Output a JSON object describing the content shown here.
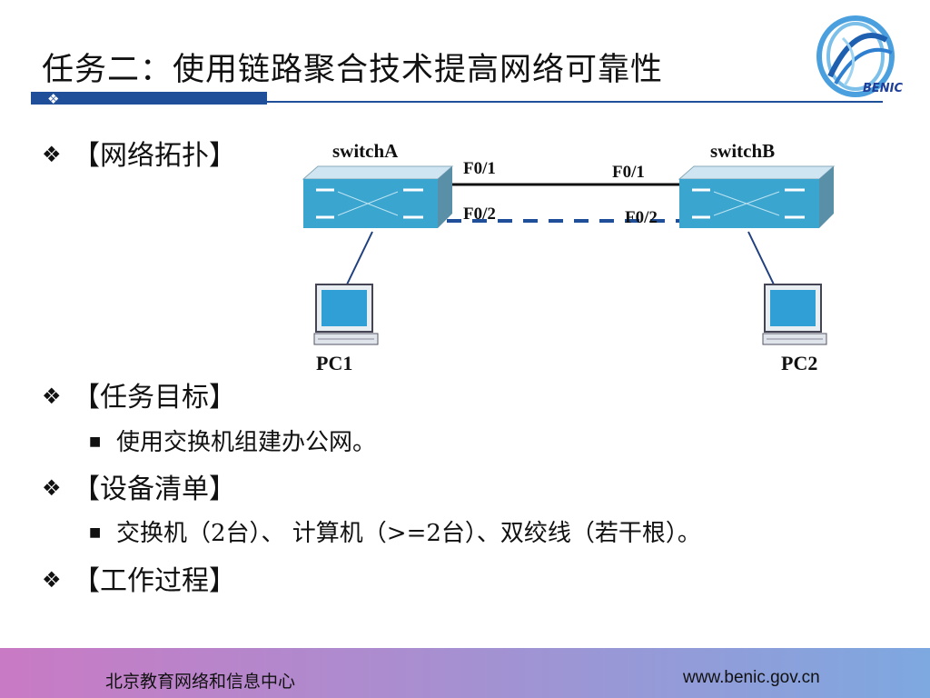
{
  "slide": {
    "title": "任务二：使用链路聚合技术提高网络可靠性",
    "logo_text": "BENIC"
  },
  "sections": [
    {
      "label": "【网络拓扑】"
    },
    {
      "label": "【任务目标】",
      "items": [
        "使用交换机组建办公网。"
      ]
    },
    {
      "label": "【设备清单】",
      "items": [
        "交换机（2台）、 计算机（>=2台）、双绞线（若干根）。"
      ]
    },
    {
      "label": "【工作过程】"
    }
  ],
  "topology": {
    "switch_a": "switchA",
    "switch_b": "switchB",
    "port_a1": "F0/1",
    "port_a2": "F0/2",
    "port_b1": "F0/1",
    "port_b2": "F0/2",
    "pc1": "PC1",
    "pc2": "PC2"
  },
  "footer": {
    "org": "北京教育网络和信息中心",
    "url": "www.benic.gov.cn"
  },
  "colors": {
    "accent": "#1f4f99",
    "switch": "#3aa6cf"
  }
}
